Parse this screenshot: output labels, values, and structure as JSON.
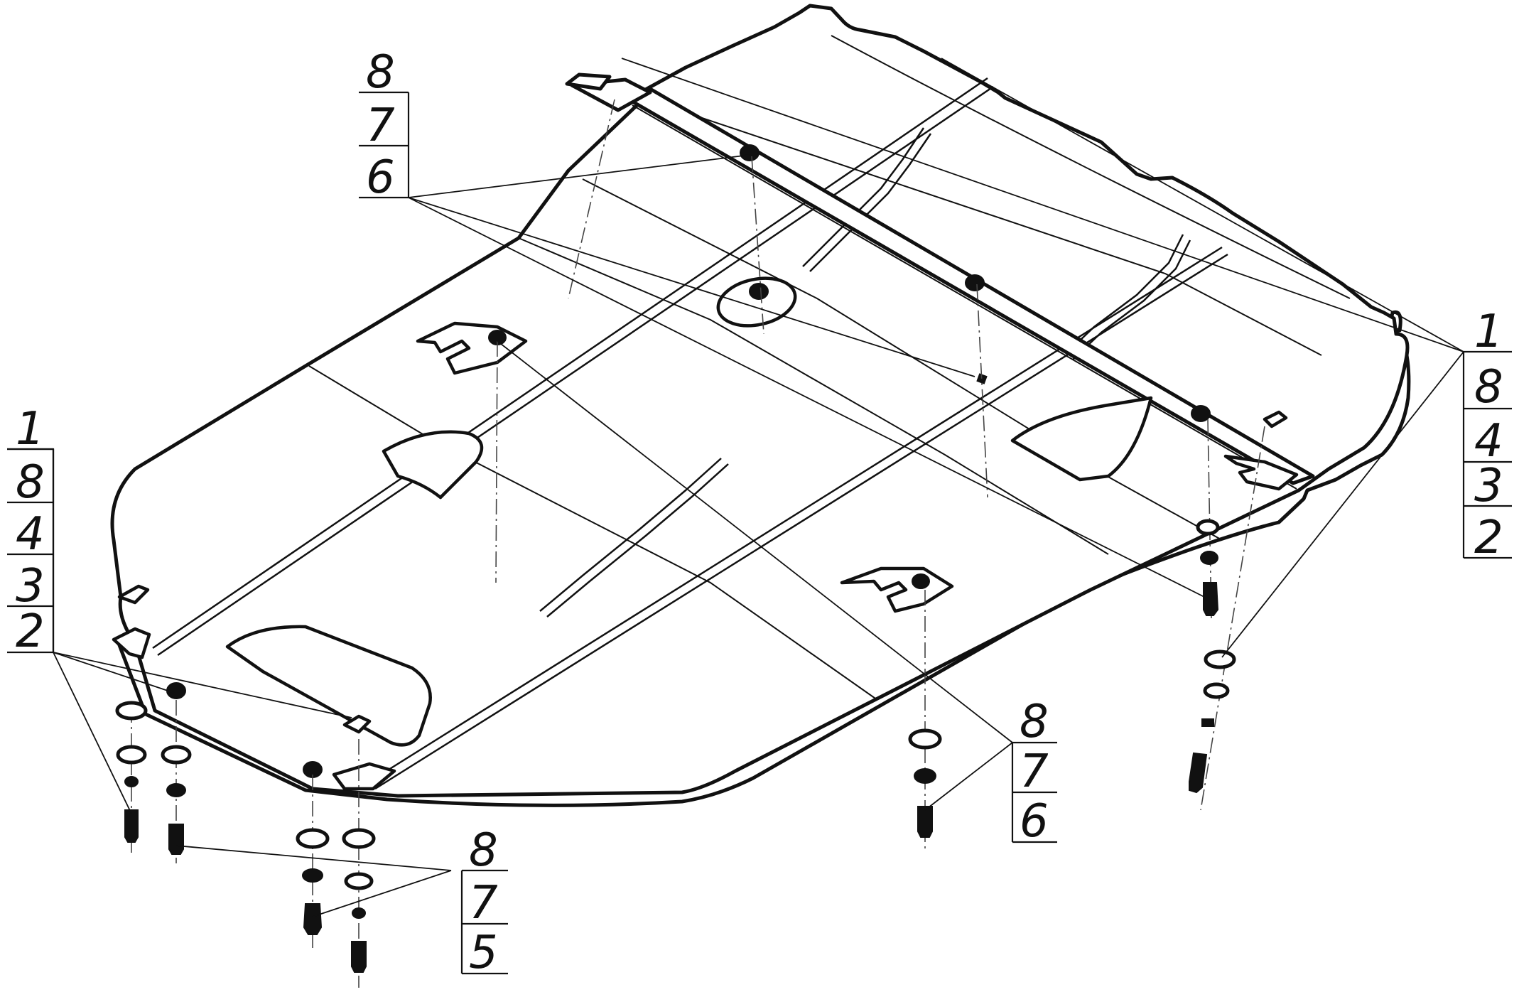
{
  "callouts": [
    {
      "id": "left",
      "labels": [
        "1",
        "8",
        "4",
        "3",
        "2"
      ]
    },
    {
      "id": "top",
      "labels": [
        "8",
        "7",
        "6"
      ]
    },
    {
      "id": "right",
      "labels": [
        "1",
        "8",
        "4",
        "3",
        "2"
      ]
    },
    {
      "id": "bottom-right",
      "labels": [
        "8",
        "7",
        "6"
      ]
    },
    {
      "id": "bottom-center",
      "labels": [
        "8",
        "7",
        "5"
      ]
    }
  ]
}
